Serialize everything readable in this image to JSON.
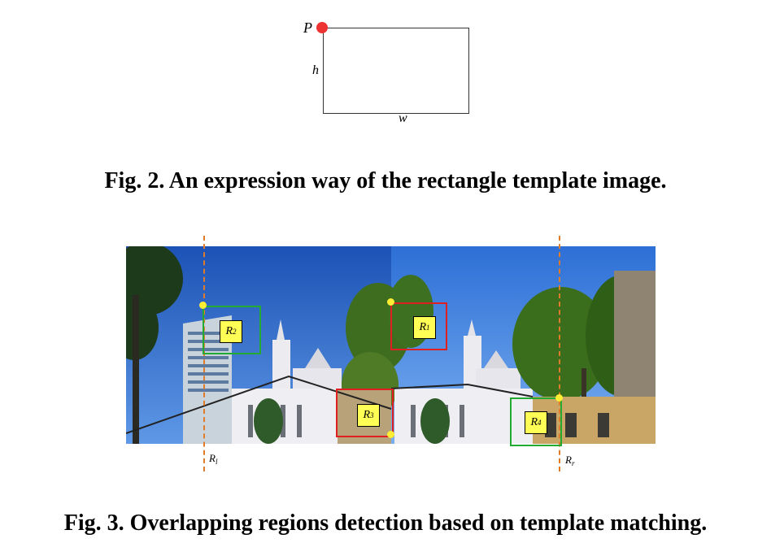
{
  "fig2": {
    "point_label": "P",
    "height_label": "h",
    "width_label": "w",
    "caption": "Fig. 2. An expression way of the rectangle template image."
  },
  "fig3": {
    "left_boundary_label": "R",
    "left_boundary_sub": "l",
    "right_boundary_label": "R",
    "right_boundary_sub": "r",
    "region_tags": [
      {
        "main": "R",
        "sub": "2"
      },
      {
        "main": "R",
        "sub": "1"
      },
      {
        "main": "R",
        "sub": "3"
      },
      {
        "main": "R",
        "sub": "4"
      }
    ],
    "caption": "Fig. 3. Overlapping regions detection based on template matching."
  },
  "colors": {
    "point_red": "#ee3333",
    "dashed_orange": "#e07b2a",
    "box_green": "#22aa33",
    "box_red": "#e02020",
    "dot_yellow": "#ffee33",
    "tag_yellow": "#ffff55"
  }
}
